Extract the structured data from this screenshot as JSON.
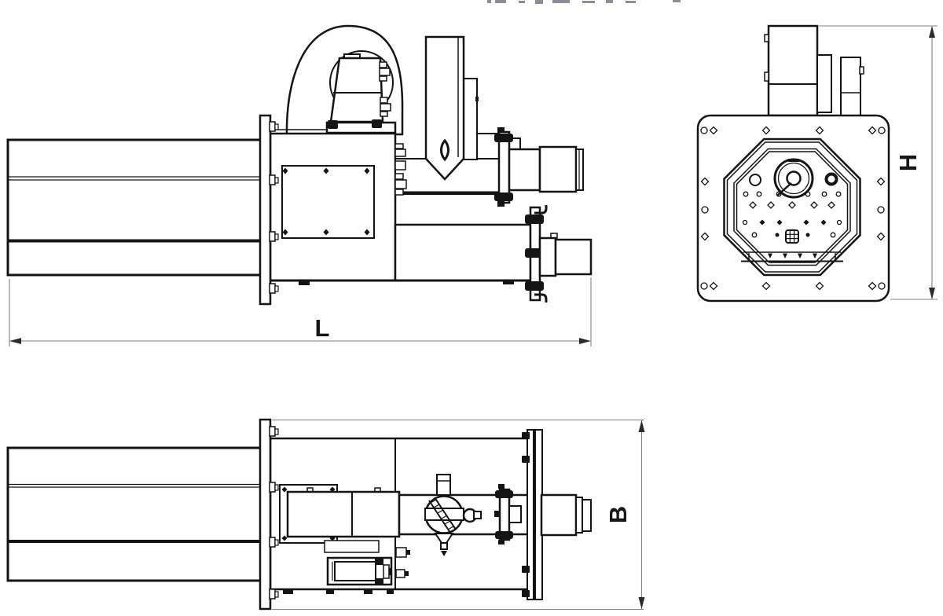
{
  "drawing": {
    "dimension_labels": {
      "length": "L",
      "height": "H",
      "width": "B"
    },
    "colors": {
      "line": "#141414",
      "dimension_line": "#808080",
      "label_text": "#161616",
      "background": "#ffffff",
      "cropped_text_fragment": "#8d8d99"
    }
  }
}
